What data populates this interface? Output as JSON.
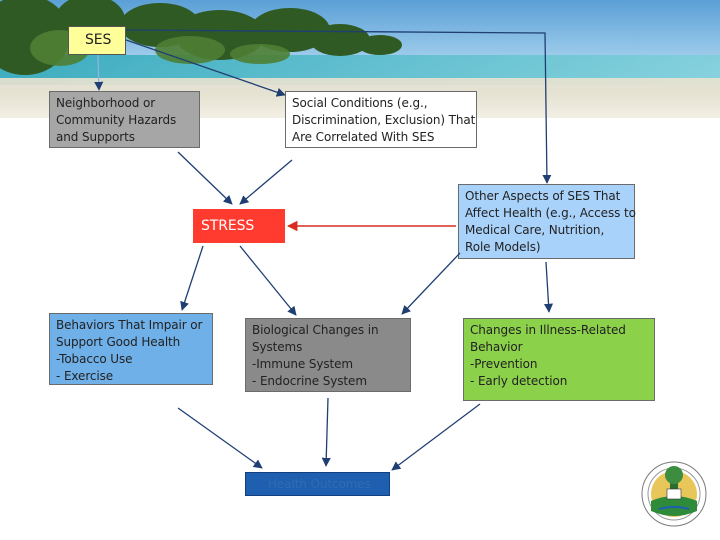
{
  "diagram": {
    "ses": [
      "SES"
    ],
    "hazards": [
      "Neighborhood or",
      "Community Hazards",
      "and Supports"
    ],
    "social": [
      "Social Conditions (e.g.,",
      "Discrimination, Exclusion) That",
      "Are Correlated With SES"
    ],
    "stress": [
      "STRESS"
    ],
    "other": [
      "Other Aspects of SES That",
      "Affect Health (e.g., Access to",
      "Medical Care, Nutrition,",
      "Role Models)"
    ],
    "behaviors": [
      "Behaviors That Impair or",
      "Support Good Health",
      "-Tobacco Use",
      "- Exercise"
    ],
    "bio": [
      "Biological Changes in",
      "Systems",
      "-Immune System",
      "- Endocrine System"
    ],
    "illness": [
      "Changes in Illness-Related",
      "Behavior",
      "-Prevention",
      "- Early detection"
    ],
    "health": [
      "Health Outcomes"
    ]
  },
  "colors": {
    "ses_box": "#ffff99",
    "hazards_box": "#a6a6a6",
    "social_box": "#ffffff",
    "stress_box": "#ff3b2f",
    "other_box": "#a9d2fb",
    "behaviors_box": "#6fb0e8",
    "bio_box": "#8a8a8a",
    "illness_box": "#8cd14a",
    "health_box": "#1f5fb0",
    "arrow": "#1f3f73"
  },
  "icons": [
    "beach-background-image",
    "university-seal-logo"
  ]
}
